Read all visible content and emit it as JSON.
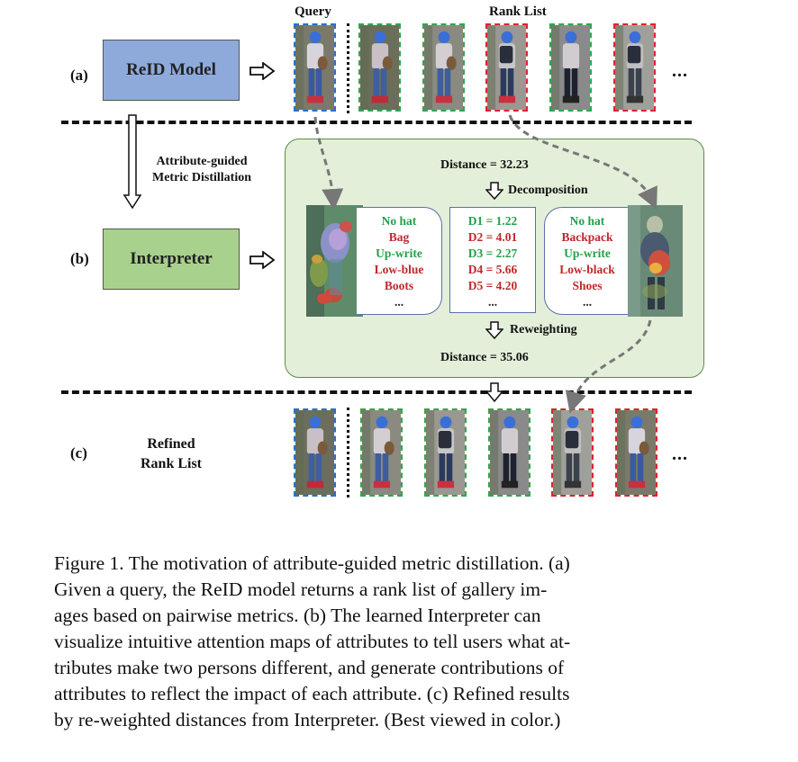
{
  "header": {
    "query_label": "Query",
    "rank_list_label": "Rank List"
  },
  "rows": {
    "a_label": "(a)",
    "b_label": "(b)",
    "c_label": "(c)"
  },
  "reid_model": {
    "label": "ReID Model",
    "color": "#8eaadb"
  },
  "interpreter": {
    "label": "Interpreter",
    "color": "#a9d18e"
  },
  "distillation": {
    "line1": "Attribute-guided",
    "line2": "Metric Distillation"
  },
  "refined": {
    "line1": "Refined",
    "line2": "Rank List"
  },
  "ellipsis": "...",
  "panel": {
    "distance_before": "Distance = 32.23",
    "decomposition": "Decomposition",
    "reweighting": "Reweighting",
    "distance_after": "Distance = 35.06",
    "query_attrs": [
      {
        "text": "No hat",
        "color": "green"
      },
      {
        "text": "Bag",
        "color": "red"
      },
      {
        "text": "Up-write",
        "color": "green"
      },
      {
        "text": "Low-blue",
        "color": "red"
      },
      {
        "text": "Boots",
        "color": "red"
      },
      {
        "text": "...",
        "color": "black"
      }
    ],
    "distances": [
      {
        "text": "D1 = 1.22",
        "color": "green"
      },
      {
        "text": "D2 = 4.01",
        "color": "red"
      },
      {
        "text": "D3 = 2.27",
        "color": "green"
      },
      {
        "text": "D4 = 5.66",
        "color": "red"
      },
      {
        "text": "D5 = 4.20",
        "color": "red"
      },
      {
        "text": "...",
        "color": "black"
      }
    ],
    "gallery_attrs": [
      {
        "text": "No hat",
        "color": "green"
      },
      {
        "text": "Backpack",
        "color": "red"
      },
      {
        "text": "Up-write",
        "color": "green"
      },
      {
        "text": "Low-black",
        "color": "red"
      },
      {
        "text": "Shoes",
        "color": "red"
      },
      {
        "text": "...",
        "color": "black"
      }
    ]
  },
  "rank_list_a": [
    "query",
    "match",
    "match",
    "mismatch",
    "match",
    "mismatch"
  ],
  "rank_list_c": [
    "query",
    "match",
    "match",
    "match",
    "mismatch",
    "mismatch"
  ],
  "colors": {
    "query": "#2a70c8",
    "match": "#2ea84a",
    "mismatch": "#d9262b"
  },
  "caption": {
    "line1": "Figure 1. The motivation of attribute-guided metric distillation. (a)",
    "line2": "Given a query, the ReID model returns a rank list of gallery im-",
    "line3": "ages based on pairwise metrics.  (b) The learned Interpreter can",
    "line4": "visualize intuitive attention maps of attributes to tell users what at-",
    "line5": "tributes make two persons different, and generate contributions of",
    "line6": "attributes to reflect the impact of each attribute. (c) Refined results",
    "line7": "by re-weighted distances from Interpreter. (Best viewed in color.)"
  }
}
